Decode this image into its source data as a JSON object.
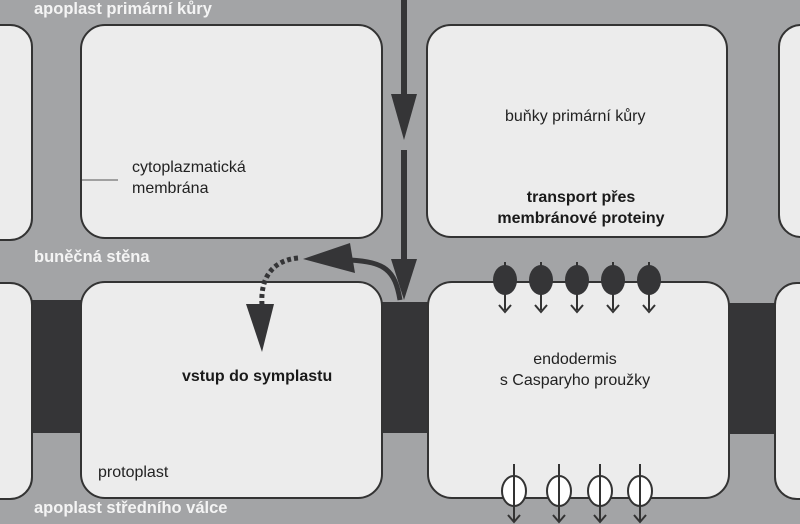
{
  "diagram": {
    "title": "Transport vody kořenem přes endodermis",
    "colors": {
      "apoplast": "#a3a4a6",
      "cell_fill": "#ececec",
      "outline": "#333333",
      "casparian_strip": "#353537",
      "region_label": "#f4f4f4",
      "protein_filled": "#353537",
      "protein_open": "#ffffff"
    },
    "regions": {
      "apoplast_cortex": "apoplast primární kůry",
      "cell_wall": "buněčná stěna",
      "apoplast_stele": "apoplast středního válce"
    },
    "labels": {
      "cytoplasmic_membrane_line1": "cytoplazmatická",
      "cytoplasmic_membrane_line2": "membrána",
      "cortex_cells": "buňky primární kůry",
      "transport_line1": "transport přes",
      "transport_line2": "membránové proteiny",
      "symplast_entry": "vstup do symplastu",
      "endodermis_line1": "endodermis",
      "endodermis_line2": "s Casparyho proužky",
      "protoplast": "protoplast"
    },
    "membrane_proteins": {
      "inbound_filled_count": 5,
      "outbound_open_count": 4
    },
    "arrows": [
      {
        "name": "apoplastic-flow",
        "direction": "down",
        "style": "solid"
      },
      {
        "name": "redirect-to-wall",
        "direction": "left",
        "style": "solid"
      },
      {
        "name": "symplast-entry",
        "direction": "down",
        "style": "dotted"
      }
    ]
  }
}
